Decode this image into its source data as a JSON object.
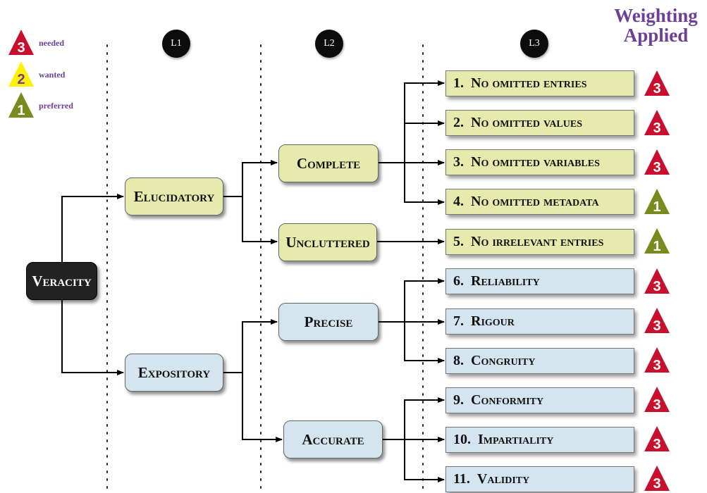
{
  "weighting_title": [
    "Weighting",
    "Applied"
  ],
  "legend": [
    {
      "value": "3",
      "label": "needed",
      "color": "#c8102e",
      "text_color": "#ffffff"
    },
    {
      "value": "2",
      "label": "wanted",
      "color": "#fff200",
      "text_color": "#6d3f98"
    },
    {
      "value": "1",
      "label": "preferred",
      "color": "#7a8a1f",
      "text_color": "#ffffff"
    }
  ],
  "levels": [
    "L1",
    "L2",
    "L3"
  ],
  "root": "Veracity",
  "level1": [
    "Elucidatory",
    "Expository"
  ],
  "level2": [
    "Complete",
    "Uncluttered",
    "Precise",
    "Accurate"
  ],
  "leaves": [
    {
      "num": "1.",
      "label": "No omitted entries",
      "weight": "3"
    },
    {
      "num": "2.",
      "label": "No omitted values",
      "weight": "3"
    },
    {
      "num": "3.",
      "label": "No omitted variables",
      "weight": "3"
    },
    {
      "num": "4.",
      "label": "No omitted metadata",
      "weight": "1"
    },
    {
      "num": "5.",
      "label": "No irrelevant entries",
      "weight": "1"
    },
    {
      "num": "6.",
      "label": "Reliability",
      "weight": "3"
    },
    {
      "num": "7.",
      "label": "Rigour",
      "weight": "3"
    },
    {
      "num": "8.",
      "label": "Congruity",
      "weight": "3"
    },
    {
      "num": "9.",
      "label": "Conformity",
      "weight": "3"
    },
    {
      "num": "10.",
      "label": "Impartiality",
      "weight": "3"
    },
    {
      "num": "11.",
      "label": "Validity",
      "weight": "3"
    }
  ],
  "colors": {
    "green_fill": "#e6ebad",
    "blue_fill": "#d4e5ef",
    "root_fill": "#222222",
    "accent": "#6d3f98"
  }
}
